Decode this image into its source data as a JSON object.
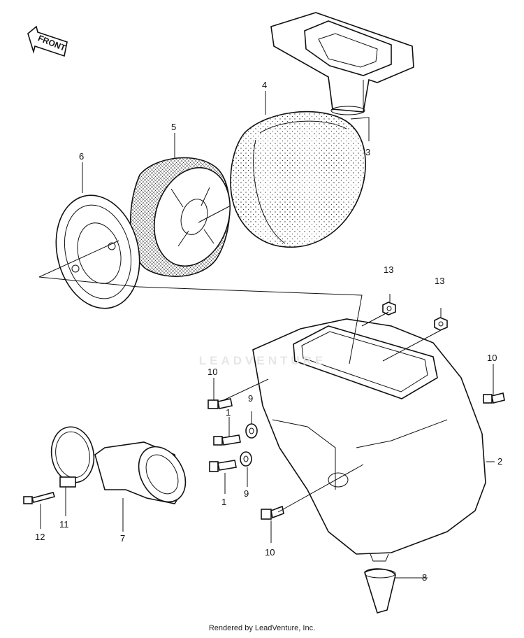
{
  "orientation": {
    "front_label": "FRONT"
  },
  "watermark": "LEADVENTURE",
  "credit": "Rendered by LeadVenture, Inc.",
  "callouts": [
    "1",
    "1",
    "2",
    "3",
    "4",
    "5",
    "6",
    "7",
    "8",
    "9",
    "9",
    "10",
    "10",
    "10",
    "11",
    "12",
    "13",
    "13"
  ],
  "colors": {
    "line": "#111111",
    "background": "#ffffff",
    "watermark": "#e6e6e6"
  }
}
